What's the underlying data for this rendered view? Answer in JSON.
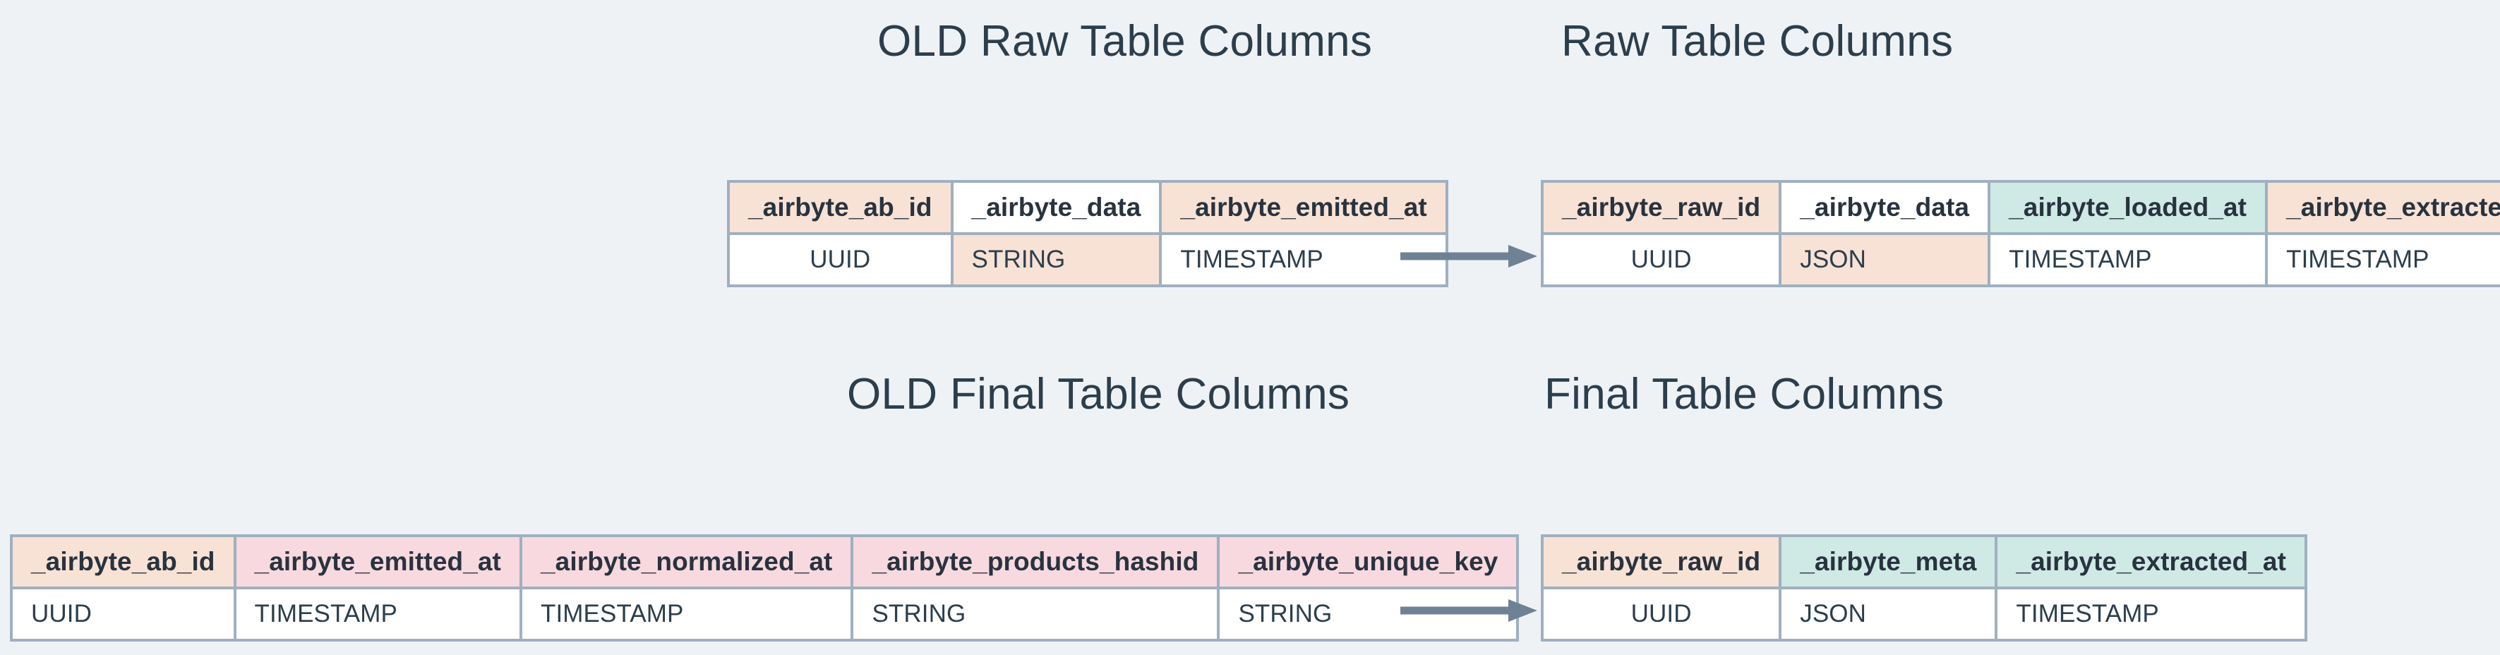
{
  "diagram": {
    "background_color": "#eff2f5",
    "accent_colors": {
      "peach": "#f8e2d5",
      "mint": "#cfe9e5",
      "pink": "#f8d9df",
      "border": "#9fb0c0",
      "arrow": "#6f8295",
      "text": "#2c3e4c"
    }
  },
  "sections": {
    "old_raw": {
      "title": "OLD Raw Table Columns",
      "headers": [
        {
          "label": "_airbyte_ab_id",
          "fill": "peach"
        },
        {
          "label": "_airbyte_data",
          "fill": "white"
        },
        {
          "label": "_airbyte_emitted_at",
          "fill": "peach"
        }
      ],
      "types": [
        {
          "label": "UUID",
          "fill": "white"
        },
        {
          "label": "STRING",
          "fill": "peach"
        },
        {
          "label": "TIMESTAMP",
          "fill": "white"
        }
      ]
    },
    "new_raw": {
      "title": "Raw Table Columns",
      "headers": [
        {
          "label": "_airbyte_raw_id",
          "fill": "peach"
        },
        {
          "label": "_airbyte_data",
          "fill": "white"
        },
        {
          "label": "_airbyte_loaded_at",
          "fill": "mint"
        },
        {
          "label": "_airbyte_extracted_at",
          "fill": "peach"
        }
      ],
      "types": [
        {
          "label": "UUID",
          "fill": "white"
        },
        {
          "label": "JSON",
          "fill": "peach"
        },
        {
          "label": "TIMESTAMP",
          "fill": "white"
        },
        {
          "label": "TIMESTAMP",
          "fill": "white"
        }
      ]
    },
    "old_final": {
      "title": "OLD Final Table Columns",
      "headers": [
        {
          "label": "_airbyte_ab_id",
          "fill": "peach"
        },
        {
          "label": "_airbyte_emitted_at",
          "fill": "pink"
        },
        {
          "label": "_airbyte_normalized_at",
          "fill": "pink"
        },
        {
          "label": "_airbyte_products_hashid",
          "fill": "pink"
        },
        {
          "label": "_airbyte_unique_key",
          "fill": "pink"
        }
      ],
      "types": [
        {
          "label": "UUID",
          "fill": "white"
        },
        {
          "label": "TIMESTAMP",
          "fill": "white"
        },
        {
          "label": "TIMESTAMP",
          "fill": "white"
        },
        {
          "label": "STRING",
          "fill": "white"
        },
        {
          "label": "STRING",
          "fill": "white"
        }
      ]
    },
    "new_final": {
      "title": "Final Table Columns",
      "headers": [
        {
          "label": "_airbyte_raw_id",
          "fill": "peach"
        },
        {
          "label": "_airbyte_meta",
          "fill": "mint"
        },
        {
          "label": "_airbyte_extracted_at",
          "fill": "mint"
        }
      ],
      "types": [
        {
          "label": "UUID",
          "fill": "white"
        },
        {
          "label": "JSON",
          "fill": "white"
        },
        {
          "label": "TIMESTAMP",
          "fill": "white"
        }
      ]
    }
  },
  "arrows": {
    "raw_migration": "arrow-right-icon",
    "final_migration": "arrow-right-icon"
  }
}
